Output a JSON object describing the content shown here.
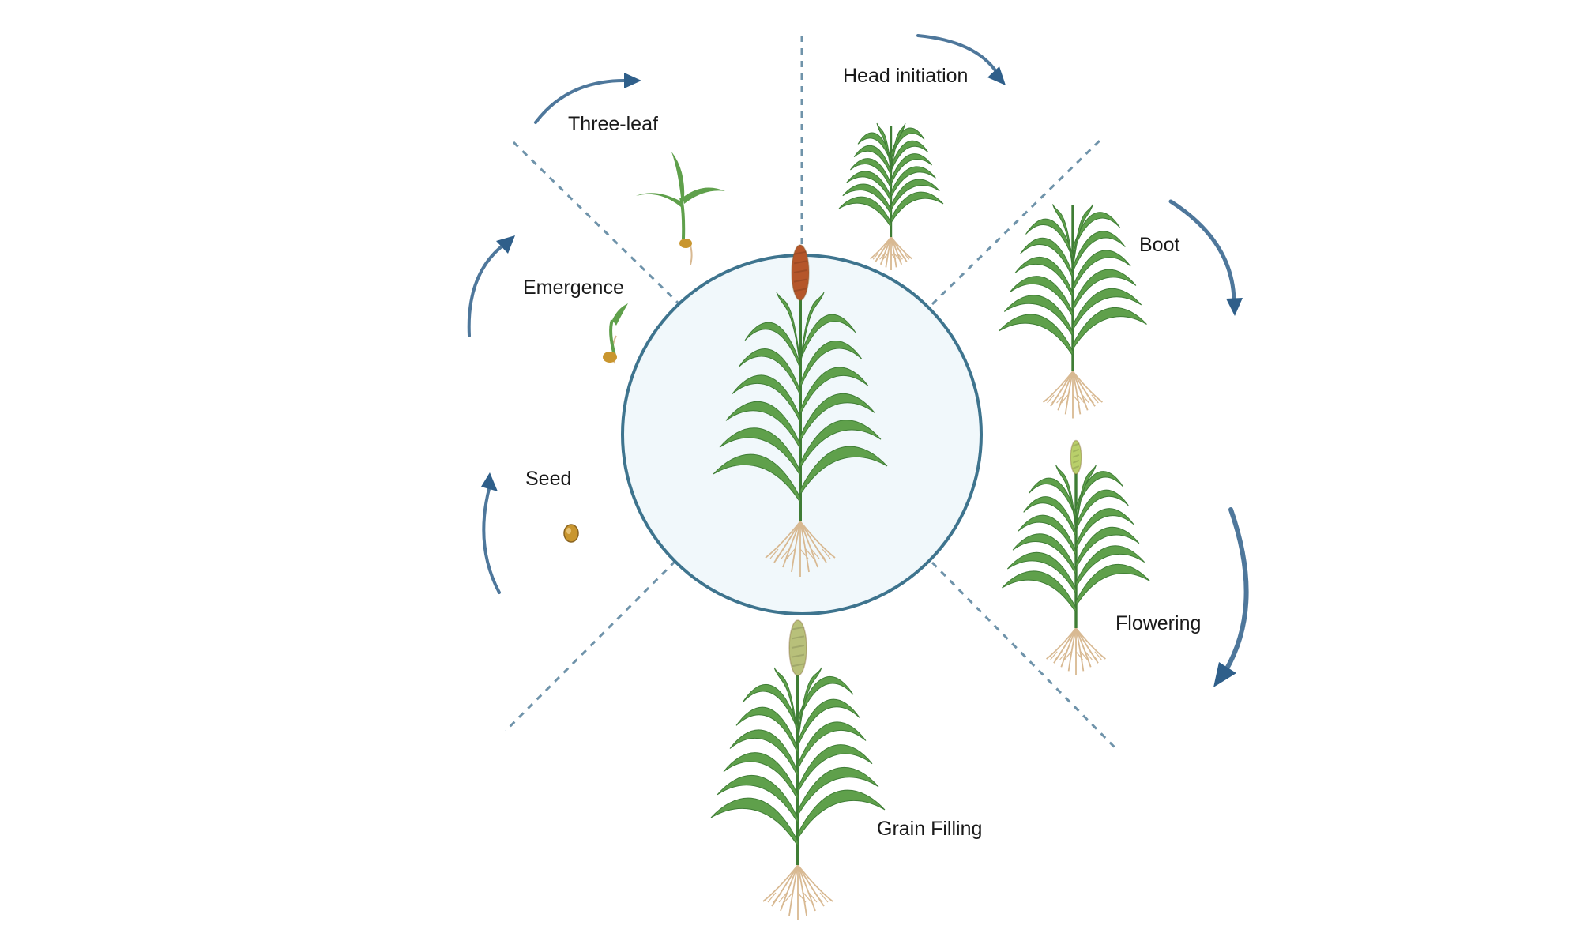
{
  "diagram": {
    "stages": [
      {
        "id": "seed",
        "label": "Seed"
      },
      {
        "id": "emergence",
        "label": "Emergence"
      },
      {
        "id": "three-leaf",
        "label": "Three-leaf"
      },
      {
        "id": "head-initiation",
        "label": "Head initiation"
      },
      {
        "id": "boot",
        "label": "Boot"
      },
      {
        "id": "flowering",
        "label": "Flowering"
      },
      {
        "id": "grain-filling",
        "label": "Grain Filling"
      }
    ],
    "colors": {
      "leaf": "#5fa04b",
      "leaf_dark": "#3f7d35",
      "root": "#d8b992",
      "arrow": "#2f5f8a",
      "divider": "#3f6f8e",
      "circle_stroke": "#3e748e",
      "circle_fill": "#f1f8fb",
      "panicle_mature": "#b5562a",
      "panicle_flower": "#b9cf6a",
      "panicle_grain": "#b8c07a",
      "seed": "#c9962f"
    }
  }
}
